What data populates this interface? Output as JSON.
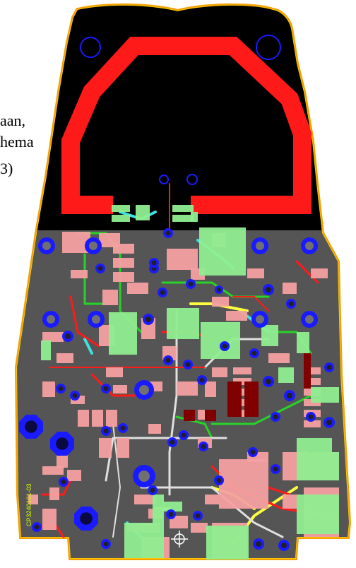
{
  "caption_fragments": [
    "aan,",
    "hema",
    "3)"
  ],
  "silkscreen_label": "CP3240101-03",
  "colors": {
    "background": "#ffffff",
    "board_outline": "#f5a000",
    "board_outline_inner": "#ffd400",
    "board_dark": "#000000",
    "copper_bottom": "#555555",
    "top_copper": "#ff1a1a",
    "pad": "#f4a0a0",
    "via_ring": "#1a1aff",
    "via_hole": "#0a0a40",
    "component_green": "#90ee90",
    "trace_green": "#28d228",
    "trace_cyan": "#40e0e0",
    "trace_yellow": "#ffff40",
    "trace_white": "#e0e0e0",
    "trace_maroon": "#800000",
    "silkscreen_text": "#d4ff00"
  }
}
